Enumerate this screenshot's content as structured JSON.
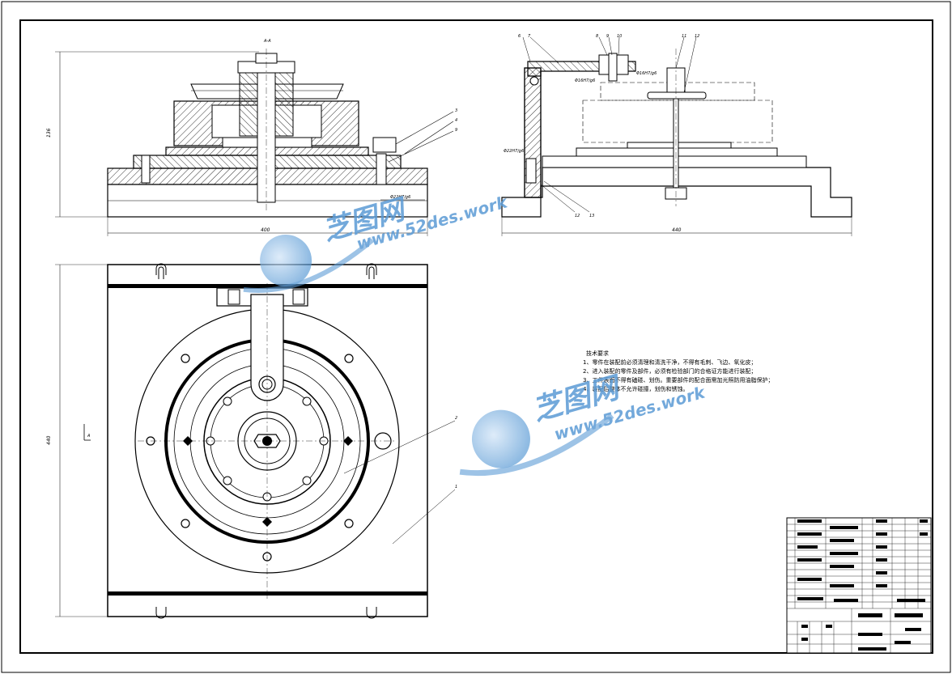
{
  "section_view": {
    "label": "A-A",
    "dim_width": "400",
    "dim_height": "136",
    "fit_label": "Φ22H7/g6",
    "part_numbers": [
      "3",
      "4",
      "9"
    ]
  },
  "side_view": {
    "dim_width": "440",
    "fit_labels": [
      "Φ22H7/g6",
      "Φ16H7/g6",
      "Φ16H7/g6"
    ],
    "part_numbers_top": [
      "6",
      "7",
      "8",
      "9",
      "10",
      "11",
      "12"
    ],
    "part_numbers_bottom": [
      "12",
      "13"
    ]
  },
  "plan_view": {
    "dim_height": "440",
    "section_mark": "A",
    "part_numbers": [
      "2",
      "1"
    ]
  },
  "technical_requirements": {
    "title": "技术要求",
    "items": [
      "1、零件在装配前必须清理和清洗干净，不得有毛刺、飞边、氧化皮；",
      "2、进入装配的零件及部件，必须有检验部门的合格证方能进行装配；",
      "3、工件表面不得有磕碰、划伤。重要部件的配合面需加光照防用油脂保护；",
      "4、装配后整体不允许碰撞，划伤和锈蚀。"
    ]
  },
  "watermark": {
    "brand": "芝图网",
    "url": "www.52des.work"
  },
  "colors": {
    "line": "#000000",
    "hatch": "#000000",
    "watermark_blue": "#5b9bd5",
    "watermark_light": "#a9cbef"
  }
}
